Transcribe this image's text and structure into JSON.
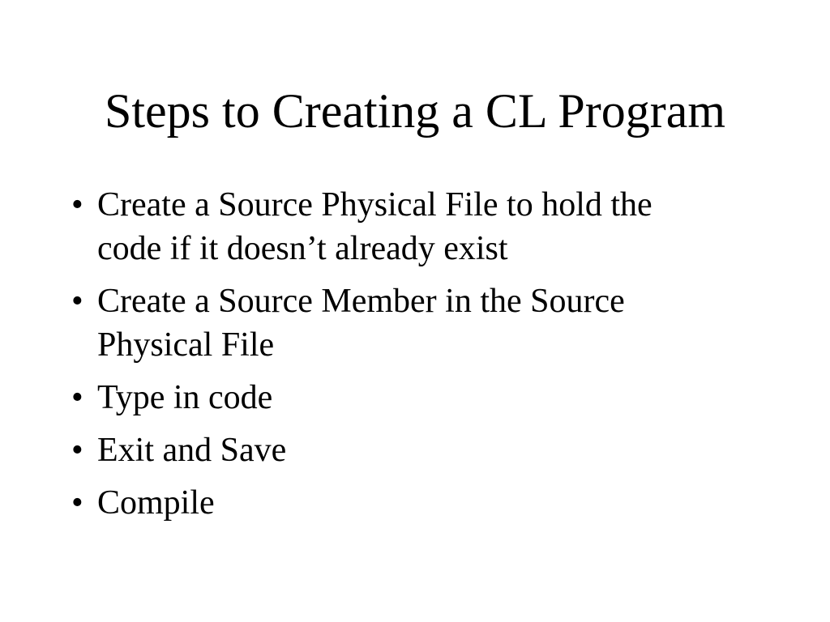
{
  "slide": {
    "title": "Steps to Creating a CL Program",
    "bullet_char": "•",
    "bullets": [
      {
        "text": "Create a Source Physical File to hold the\ncode if it doesn’t already exist"
      },
      {
        "text": "Create a Source Member in the Source\nPhysical File"
      },
      {
        "text": "Type in code"
      },
      {
        "text": "Exit and Save"
      },
      {
        "text": "Compile"
      }
    ],
    "colors": {
      "background": "#ffffff",
      "text": "#000000"
    }
  }
}
